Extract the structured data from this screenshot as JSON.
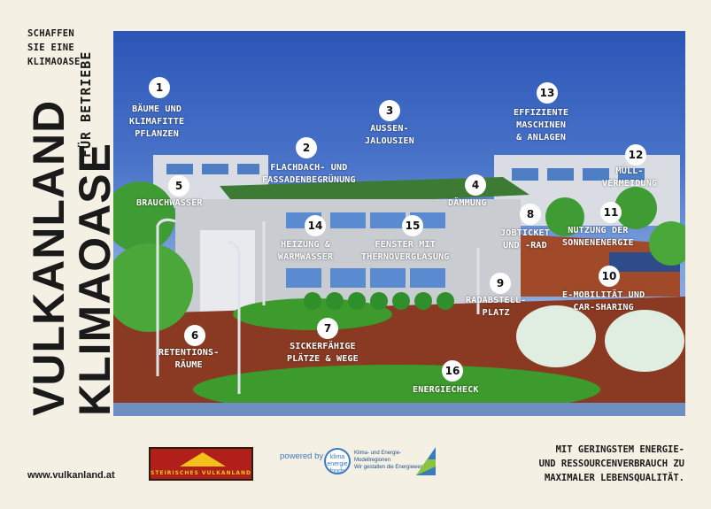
{
  "header": {
    "corner_lines": [
      "SCHAFFEN",
      "SIE EINE",
      "KLIMAOASE"
    ],
    "vertical_main": "VULKANLAND",
    "vertical_sub": "KLIMAOASE",
    "vertical_tag": "FÜR BETRIEBE"
  },
  "items": [
    {
      "num": "1",
      "label": "BÄUME UND\nKLIMAFITTE\nPFLANZEN"
    },
    {
      "num": "2",
      "label": "FLACHDACH- UND\nFASSADENBEGRÜNUNG"
    },
    {
      "num": "3",
      "label": "AUSSEN-\nJALOUSIEN"
    },
    {
      "num": "4",
      "label": "DÄMMUNG"
    },
    {
      "num": "5",
      "label": "BRAUCHWASSER"
    },
    {
      "num": "6",
      "label": "RETENTIONS-\nRÄUME"
    },
    {
      "num": "7",
      "label": "SICKERFÄHIGE\nPLÄTZE & WEGE"
    },
    {
      "num": "8",
      "label": "JOBTICKET\nUND -RAD"
    },
    {
      "num": "9",
      "label": "RADABSTELL-\nPLATZ"
    },
    {
      "num": "10",
      "label": "E-MOBILITÄT UND\nCAR-SHARING"
    },
    {
      "num": "11",
      "label": "NUTZUNG DER\nSONNENENERGIE"
    },
    {
      "num": "12",
      "label": "MÜLL-\nVERMEIDUNG"
    },
    {
      "num": "13",
      "label": "EFFIZIENTE\nMASCHINEN\n& ANLAGEN"
    },
    {
      "num": "14",
      "label": "HEIZUNG &\nWARMWASSER"
    },
    {
      "num": "15",
      "label": "FENSTER MIT\nTHERNOVERGLASUNG"
    },
    {
      "num": "16",
      "label": "ENERGIECHECK"
    }
  ],
  "footer": {
    "url": "www.vulkanland.at",
    "logo_text": "STEIRISCHES VULKANLAND",
    "powered_by": "powered by",
    "klima_logo": "klima energie fonds",
    "kem_text": "Klima- und Energie-\nModellregionen\nWir gestalten die Energiewende",
    "slogan_lines": [
      "MIT GERINGSTEM ENERGIE-",
      "UND RESSOURCENVERBRAUCH ZU",
      "MAXIMALER LEBENSQUALITÄT."
    ]
  },
  "colors": {
    "background": "#f4f0e4",
    "sky": "#2b56b7",
    "brick": "#8a3a22",
    "grass": "#3d9a2c",
    "logo_red": "#b01f19",
    "logo_yellow": "#f2c21a",
    "link_blue": "#3b7bc0"
  }
}
